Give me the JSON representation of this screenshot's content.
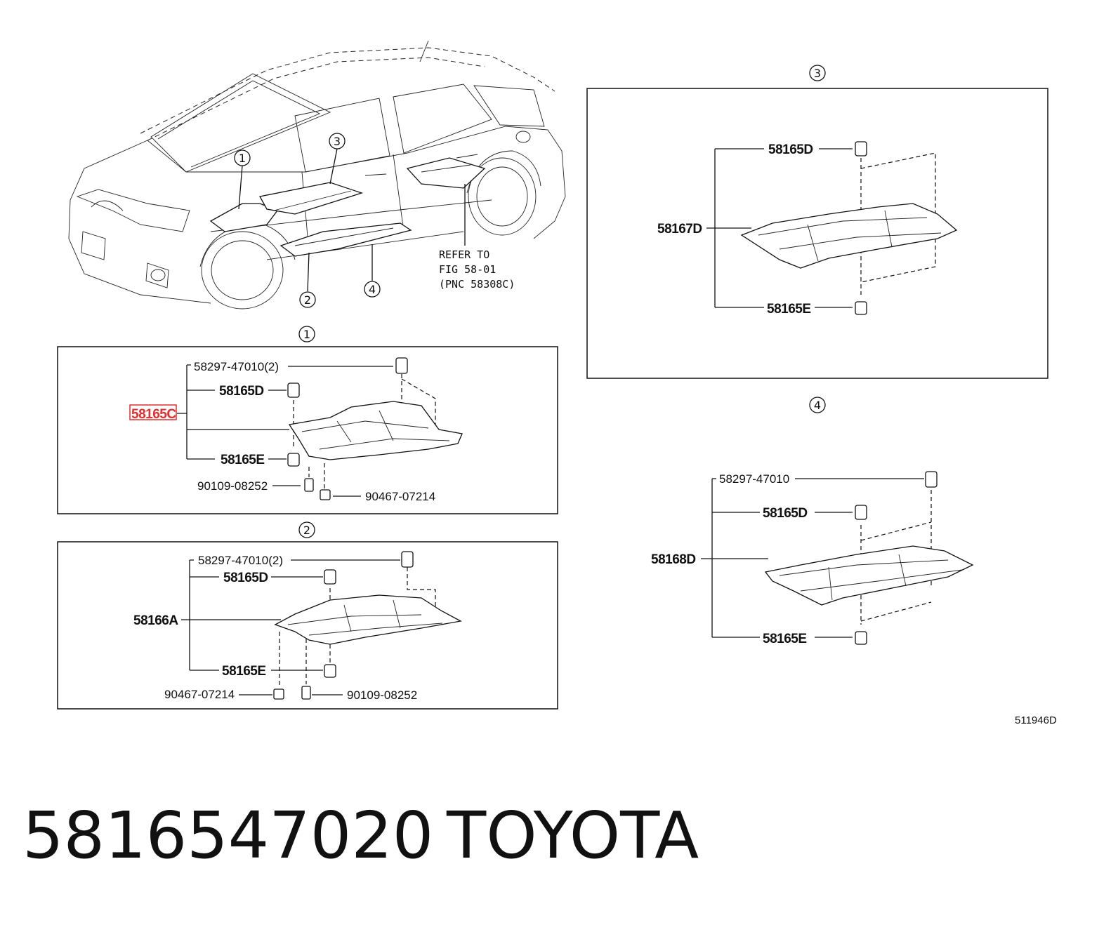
{
  "overview": {
    "callouts": [
      "1",
      "2",
      "3",
      "4"
    ],
    "refer_line1": "REFER TO",
    "refer_line2": "FIG 58-01",
    "refer_line3": "(PNC 58308C)"
  },
  "panel1": {
    "number": "1",
    "clip": "58297-47010(2)",
    "top_fastener": "58165D",
    "cover": "58165C",
    "bottom_fastener": "58165E",
    "bolt": "90109-08252",
    "nut": "90467-07214"
  },
  "panel2": {
    "number": "2",
    "clip": "58297-47010(2)",
    "top_fastener": "58165D",
    "cover": "58166A",
    "bottom_fastener": "58165E",
    "nut": "90467-07214",
    "bolt": "90109-08252"
  },
  "panel3": {
    "number": "3",
    "top_fastener": "58165D",
    "cover": "58167D",
    "bottom_fastener": "58165E"
  },
  "panel4": {
    "number": "4",
    "clip": "58297-47010",
    "top_fastener": "58165D",
    "cover": "58168D",
    "bottom_fastener": "58165E"
  },
  "diagram_code": "511946D",
  "footer": {
    "part_number": "5816547020",
    "brand": "TOYOTA"
  },
  "colors": {
    "highlight": "#e03030",
    "ink": "#111111"
  }
}
